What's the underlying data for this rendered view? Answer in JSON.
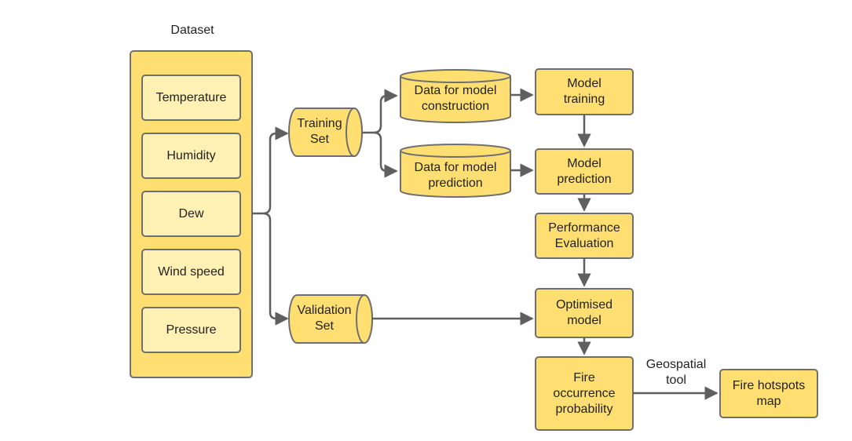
{
  "colors": {
    "box_fill": "#ffdf71",
    "inner_fill": "#fff0b3",
    "stroke": "#6f6f6f",
    "text": "#222222"
  },
  "dataset": {
    "title": "Dataset",
    "items": [
      "Temperature",
      "Humidity",
      "Dew",
      "Wind speed",
      "Pressure"
    ]
  },
  "sets": {
    "training": {
      "line1": "Training",
      "line2": "Set"
    },
    "validation": {
      "line1": "Validation",
      "line2": "Set"
    }
  },
  "data_stores": {
    "construction": {
      "line1": "Data for model",
      "line2": "construction"
    },
    "prediction": {
      "line1": "Data for model",
      "line2": "prediction"
    }
  },
  "steps": {
    "training": {
      "line1": "Model",
      "line2": "training"
    },
    "prediction": {
      "line1": "Model",
      "line2": "prediction"
    },
    "evaluation": {
      "line1": "Performance",
      "line2": "Evaluation"
    },
    "optimised": {
      "line1": "Optimised",
      "line2": "model"
    },
    "probability": {
      "line1": "Fire",
      "line2": "occurrence",
      "line3": "probability"
    },
    "map": {
      "line1": "Fire hotspots",
      "line2": "map"
    }
  },
  "edge_label": {
    "line1": "Geospatial",
    "line2": "tool"
  }
}
